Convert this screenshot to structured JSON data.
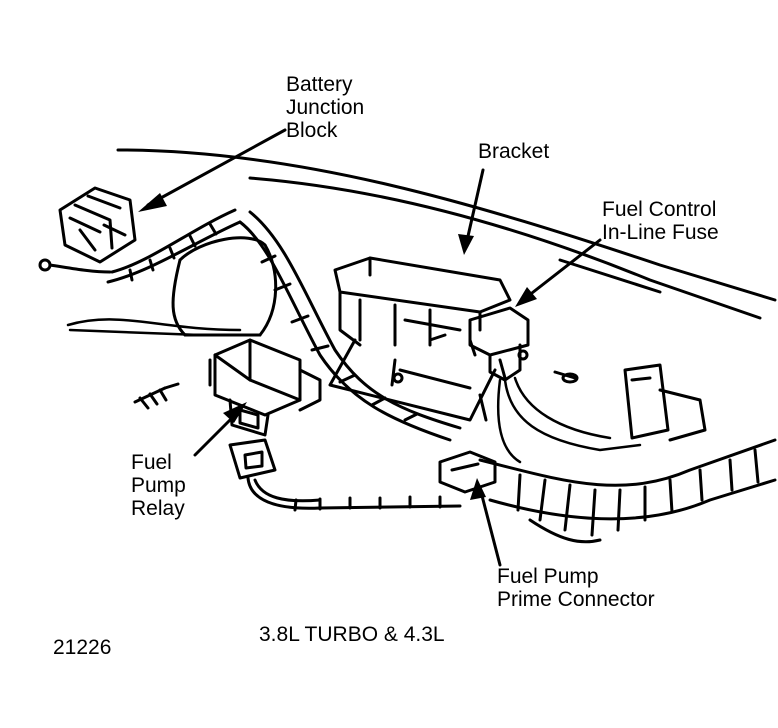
{
  "labels": {
    "battery_junction_block": [
      "Battery",
      "Junction",
      "Block"
    ],
    "bracket": "Bracket",
    "fuel_control_fuse": [
      "Fuel Control",
      "In-Line Fuse"
    ],
    "fuel_pump_relay": [
      "Fuel",
      "Pump",
      "Relay"
    ],
    "fuel_pump_prime_connector": [
      "Fuel Pump",
      "Prime Connector"
    ]
  },
  "caption": "3.8L TURBO & 4.3L",
  "figure_number": "21226"
}
